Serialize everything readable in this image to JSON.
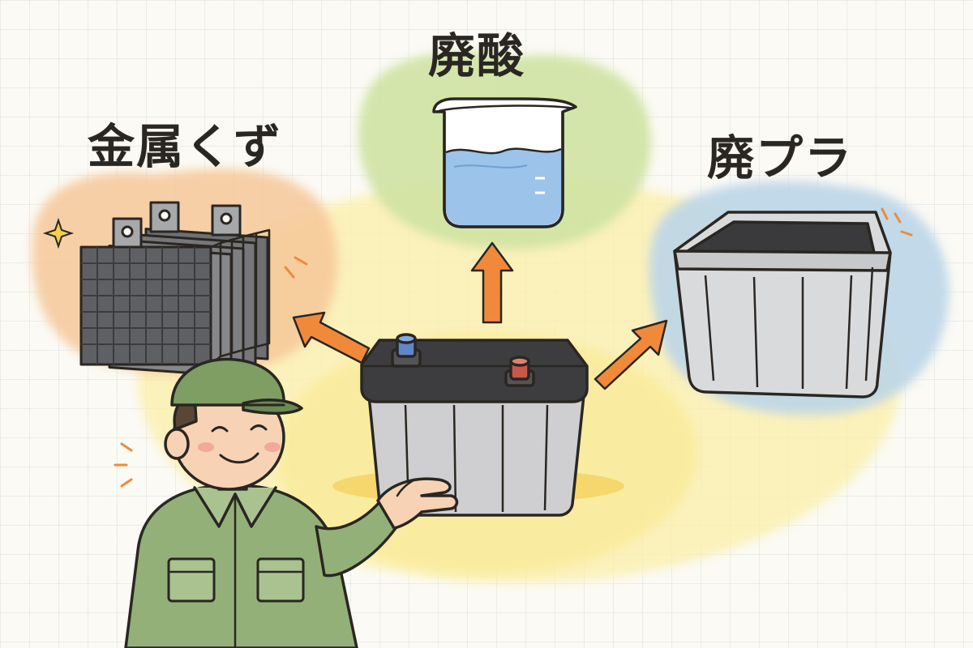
{
  "diagram": {
    "center": "battery-icon",
    "nodes": [
      {
        "id": "metal",
        "label": "金属くず",
        "icon": "lead-plates-icon",
        "color": "#f6c89a"
      },
      {
        "id": "acid",
        "label": "廃酸",
        "icon": "beaker-icon",
        "color": "#cfe3a3"
      },
      {
        "id": "plastic",
        "label": "廃プラ",
        "icon": "plastic-case-icon",
        "color": "#bcd6e8"
      }
    ],
    "arrow_color": "#f08a3a",
    "glow_color": "#fbefa8",
    "worker_icon": "worker-icon"
  }
}
